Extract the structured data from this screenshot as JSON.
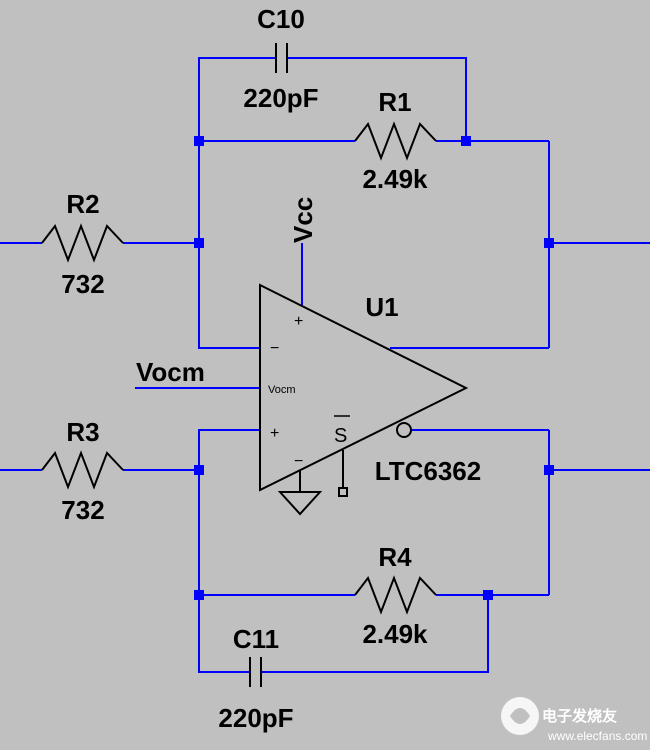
{
  "components": {
    "c10": {
      "ref": "C10",
      "value": "220pF"
    },
    "r1": {
      "ref": "R1",
      "value": "2.49k"
    },
    "r2": {
      "ref": "R2",
      "value": "732"
    },
    "r3": {
      "ref": "R3",
      "value": "732"
    },
    "r4": {
      "ref": "R4",
      "value": "2.49k"
    },
    "c11": {
      "ref": "C11",
      "value": "220pF"
    },
    "u1": {
      "ref": "U1",
      "part": "LTC6362"
    }
  },
  "nets": {
    "vcc": "Vcc",
    "vocm": "Vocm"
  },
  "opamp_pins": {
    "plus_top": "+",
    "minus_top": "−",
    "vocm_pin": "Vocm",
    "plus_bottom": "+",
    "minus_bottom": "−",
    "shdn": "S"
  },
  "watermark": {
    "text": "电子发烧友",
    "sub": "www.elecfans.com"
  },
  "colors": {
    "background": "#c0c0c0",
    "wire": "#0000ff",
    "component": "#000000",
    "watermark": "#ffffff"
  }
}
